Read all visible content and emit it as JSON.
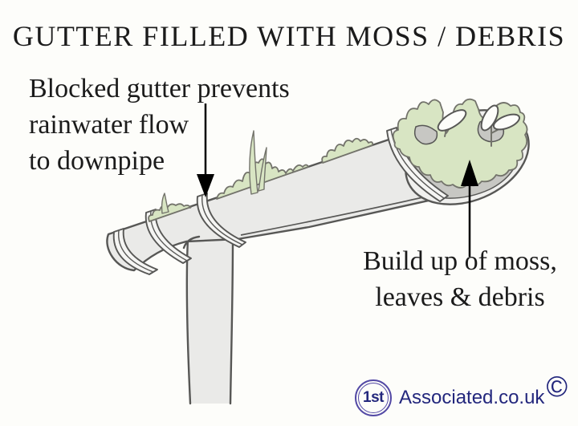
{
  "title": "GUTTER FILLED WITH MOSS / DEBRIS",
  "annotations": {
    "left": "Blocked gutter prevents\nrainwater flow\nto downpipe",
    "right": "Build up of moss,\nleaves & debris"
  },
  "illustration": {
    "description": "Hand-drawn sketch of a half-round rain gutter sloping up to the right, its open end filled with green moss, grey debris and leaves; three support brackets and a downpipe descend on the left; a black arrow points down at the blocked gutter and another points up at the moss build-up."
  },
  "logo": {
    "badge": "1st",
    "name": "Associated.co.uk",
    "copyright": "©"
  },
  "colors": {
    "background": "#fdfdfa",
    "text": "#1b1b1b",
    "gutter_fill": "#eaeae8",
    "gutter_outline": "#575755",
    "moss_fill": "#d8e5c3",
    "moss_outline": "#73736b",
    "debris_fill": "#c7c7c3",
    "logo_navy": "#23277d",
    "logo_ring": "#5349a5",
    "arrow": "#000000"
  }
}
